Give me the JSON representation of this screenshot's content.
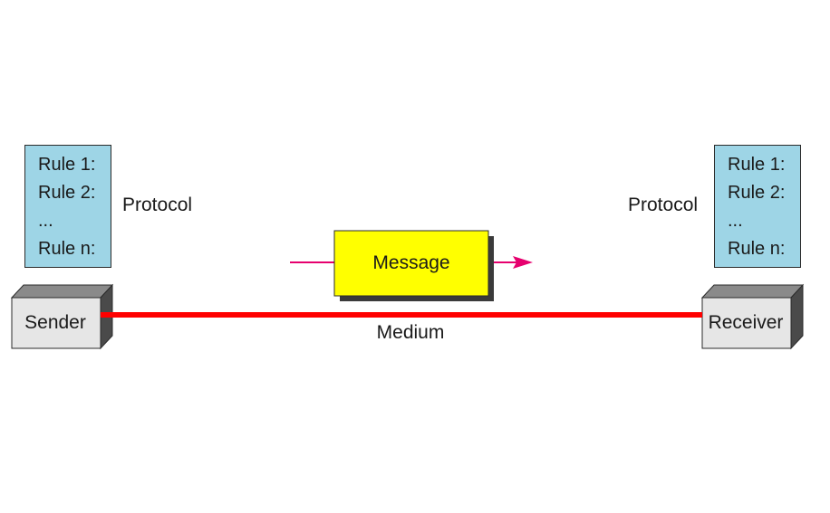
{
  "sender": {
    "label": "Sender",
    "rules": [
      "Rule 1:",
      "Rule 2:",
      "...",
      "Rule n:"
    ],
    "protocol_label": "Protocol"
  },
  "receiver": {
    "label": "Receiver",
    "rules": [
      "Rule 1:",
      "Rule 2:",
      "...",
      "Rule n:"
    ],
    "protocol_label": "Protocol"
  },
  "message": {
    "label": "Message"
  },
  "medium": {
    "label": "Medium"
  },
  "colors": {
    "rules_box": "#9ed5e6",
    "device_face": "#e6e6e6",
    "device_top": "#8a8a8a",
    "device_side": "#4a4a4a",
    "medium_line": "#ff0000",
    "message_box": "#ffff00",
    "message_arrow": "#e6006e",
    "shadow": "#3a3a3a"
  }
}
